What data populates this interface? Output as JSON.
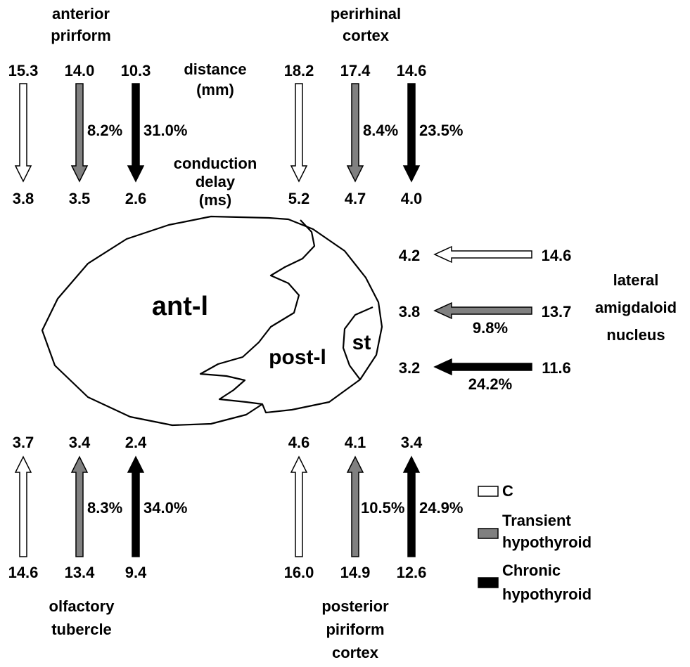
{
  "colors": {
    "control": "#ffffff",
    "transient": "#808080",
    "chronic": "#000000",
    "outline": "#000000"
  },
  "regions": {
    "anterior_piriform": [
      "anterior",
      "prirform"
    ],
    "perirhinal": [
      "perirhinal",
      "cortex"
    ],
    "lateral_amygdaloid": [
      "lateral",
      "amigdaloid",
      "nucleus"
    ],
    "olfactory_tubercle": [
      "olfactory",
      "tubercle"
    ],
    "posterior_piriform": [
      "posterior",
      "piriform",
      "cortex"
    ]
  },
  "labels": {
    "distance": [
      "distance",
      "(mm)"
    ],
    "conduction_delay": [
      "conduction",
      "delay",
      "(ms)"
    ]
  },
  "subregions": {
    "ant_l": "ant-l",
    "post_l": "post-l",
    "st": "st"
  },
  "legend": [
    {
      "key": "control",
      "lines": [
        "C"
      ]
    },
    {
      "key": "transient",
      "lines": [
        "Transient",
        "hypothyroid"
      ]
    },
    {
      "key": "chronic",
      "lines": [
        "Chronic",
        "hypothyroid"
      ]
    }
  ],
  "pathways": {
    "anterior_piriform": {
      "distance": [
        "15.3",
        "14.0",
        "10.3"
      ],
      "delay": [
        "3.8",
        "3.5",
        "2.6"
      ],
      "reduction": [
        "8.2%",
        "31.0%"
      ]
    },
    "perirhinal": {
      "distance": [
        "18.2",
        "17.4",
        "14.6"
      ],
      "delay": [
        "5.2",
        "4.7",
        "4.0"
      ],
      "reduction": [
        "8.4%",
        "23.5%"
      ]
    },
    "lateral_amygdaloid": {
      "distance": [
        "14.6",
        "13.7",
        "11.6"
      ],
      "delay": [
        "4.2",
        "3.8",
        "3.2"
      ],
      "reduction": [
        "9.8%",
        "24.2%"
      ]
    },
    "olfactory_tubercle": {
      "distance": [
        "14.6",
        "13.4",
        "9.4"
      ],
      "delay": [
        "3.7",
        "3.4",
        "2.4"
      ],
      "reduction": [
        "8.3%",
        "34.0%"
      ]
    },
    "posterior_piriform": {
      "distance": [
        "16.0",
        "14.9",
        "12.6"
      ],
      "delay": [
        "4.6",
        "4.1",
        "3.4"
      ],
      "reduction": [
        "10.5%",
        "24.9%"
      ]
    }
  }
}
